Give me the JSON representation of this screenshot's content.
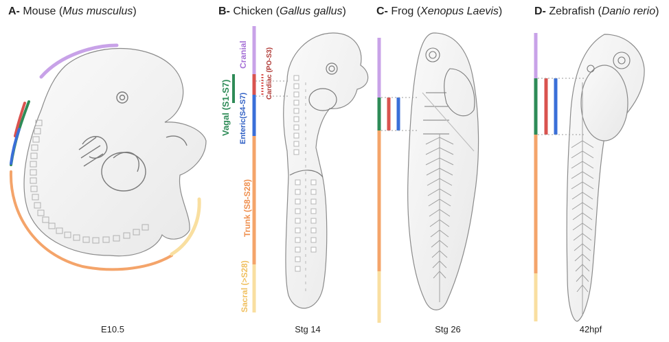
{
  "panels": {
    "mouse": {
      "letter": "A-",
      "name": "Mouse",
      "species": "Mus musculus",
      "stage": "E10.5"
    },
    "chicken": {
      "letter": "B-",
      "name": "Chicken",
      "species": "Gallus gallus",
      "stage": "Stg 14"
    },
    "frog": {
      "letter": "C-",
      "name": "Frog",
      "species": "Xenopus Laevis",
      "stage": "Stg 26"
    },
    "zebrafish": {
      "letter": "D-",
      "name": "Zebrafish",
      "species": "Danio rerio",
      "stage": "42hpf"
    }
  },
  "regions": {
    "cranial": "Cranial",
    "vagal": "Vagal (S1-S7)",
    "enteric": "Enteric(S4-S7)",
    "cardiac": "Cardiac (PO-S3)",
    "trunk": "Trunk (S8-S28)",
    "sacral": "Sacral (>S28)"
  },
  "colors": {
    "cranial": "#c8a2e8",
    "vagal": "#2e8b57",
    "enteric": "#3a6fd8",
    "cardiac": "#d9534f",
    "trunk": "#f4a46a",
    "sacral": "#f9dfa0",
    "outline": "#8a8a8a",
    "fill": "#f3f3f3"
  }
}
